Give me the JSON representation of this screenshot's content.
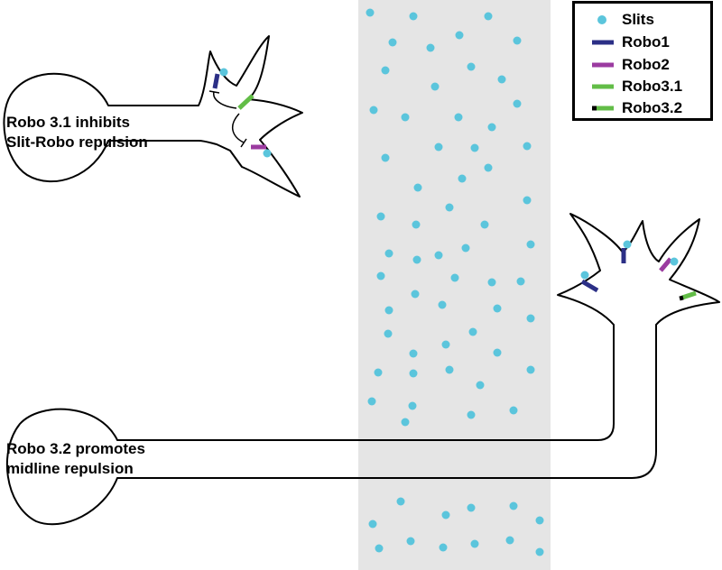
{
  "colors": {
    "slit": "#5bc5dc",
    "robo1": "#2b2f86",
    "robo2": "#9b3ba0",
    "robo3_1": "#62bd47",
    "robo3_2": "#62bd47",
    "robo3_2_tip": "#000000",
    "midline": "#e5e5e5",
    "outline": "#000000"
  },
  "cells": {
    "top": {
      "label_lines": [
        "Robo 3.1 inhibits",
        "Slit-Robo repulsion"
      ]
    },
    "bottom": {
      "label_lines": [
        "Robo 3.2 promotes",
        "midline repulsion"
      ]
    }
  },
  "legend": {
    "items": [
      {
        "label": "Slits",
        "icon": "slit-dot-icon"
      },
      {
        "label": "Robo1",
        "icon": "robo1-bar-icon"
      },
      {
        "label": "Robo2",
        "icon": "robo2-bar-icon"
      },
      {
        "label": "Robo3.1",
        "icon": "robo3-1-bar-icon"
      },
      {
        "label": "Robo3.2",
        "icon": "robo3-2-bar-icon"
      }
    ]
  }
}
